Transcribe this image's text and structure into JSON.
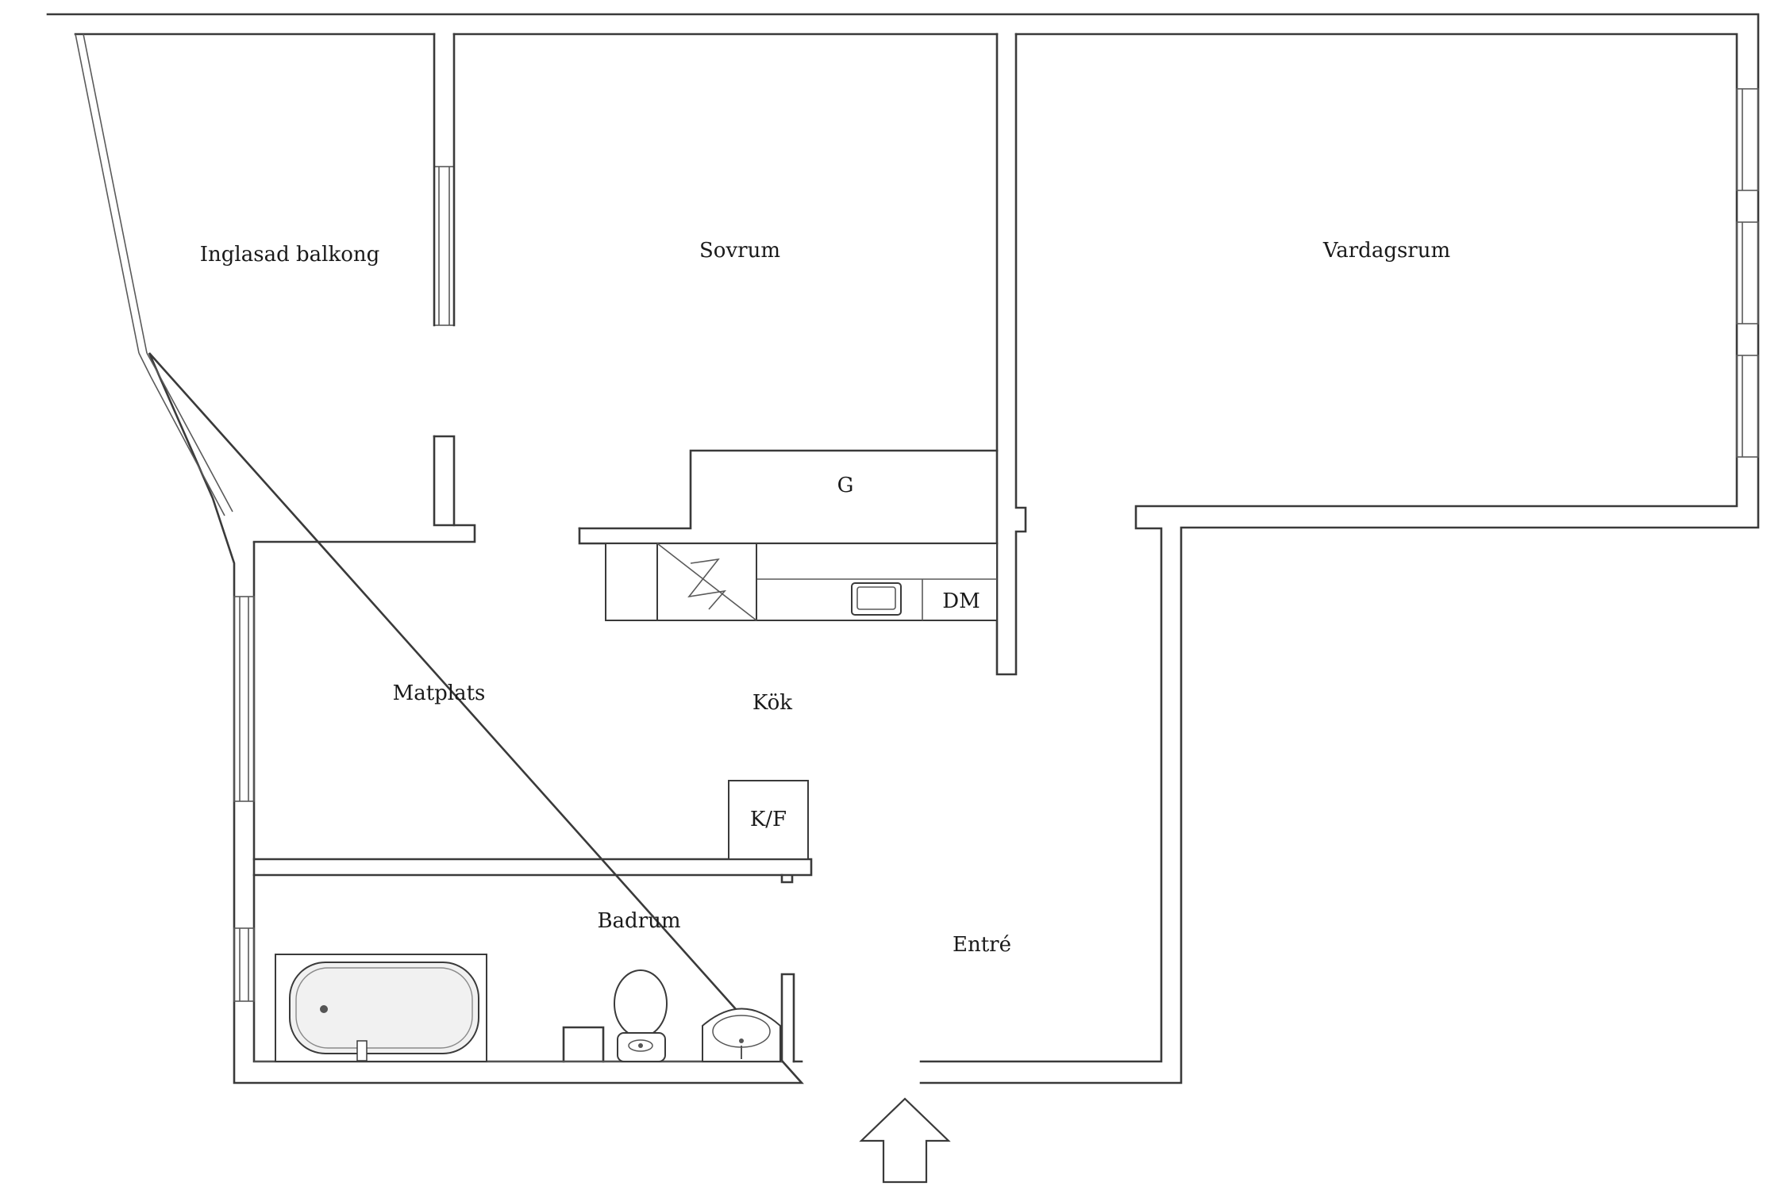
{
  "rooms": {
    "balcony": "Inglasad balkong",
    "bedroom": "Sovrum",
    "living": "Vardagsrum",
    "dining": "Matplats",
    "kitchen": "Kök",
    "bathroom": "Badrum",
    "hall": "Entré"
  },
  "fixtures": {
    "wardrobe": "G",
    "dishwasher": "DM",
    "fridge_freezer": "K/F"
  },
  "entrance": {
    "icon": "up-arrow-icon"
  }
}
